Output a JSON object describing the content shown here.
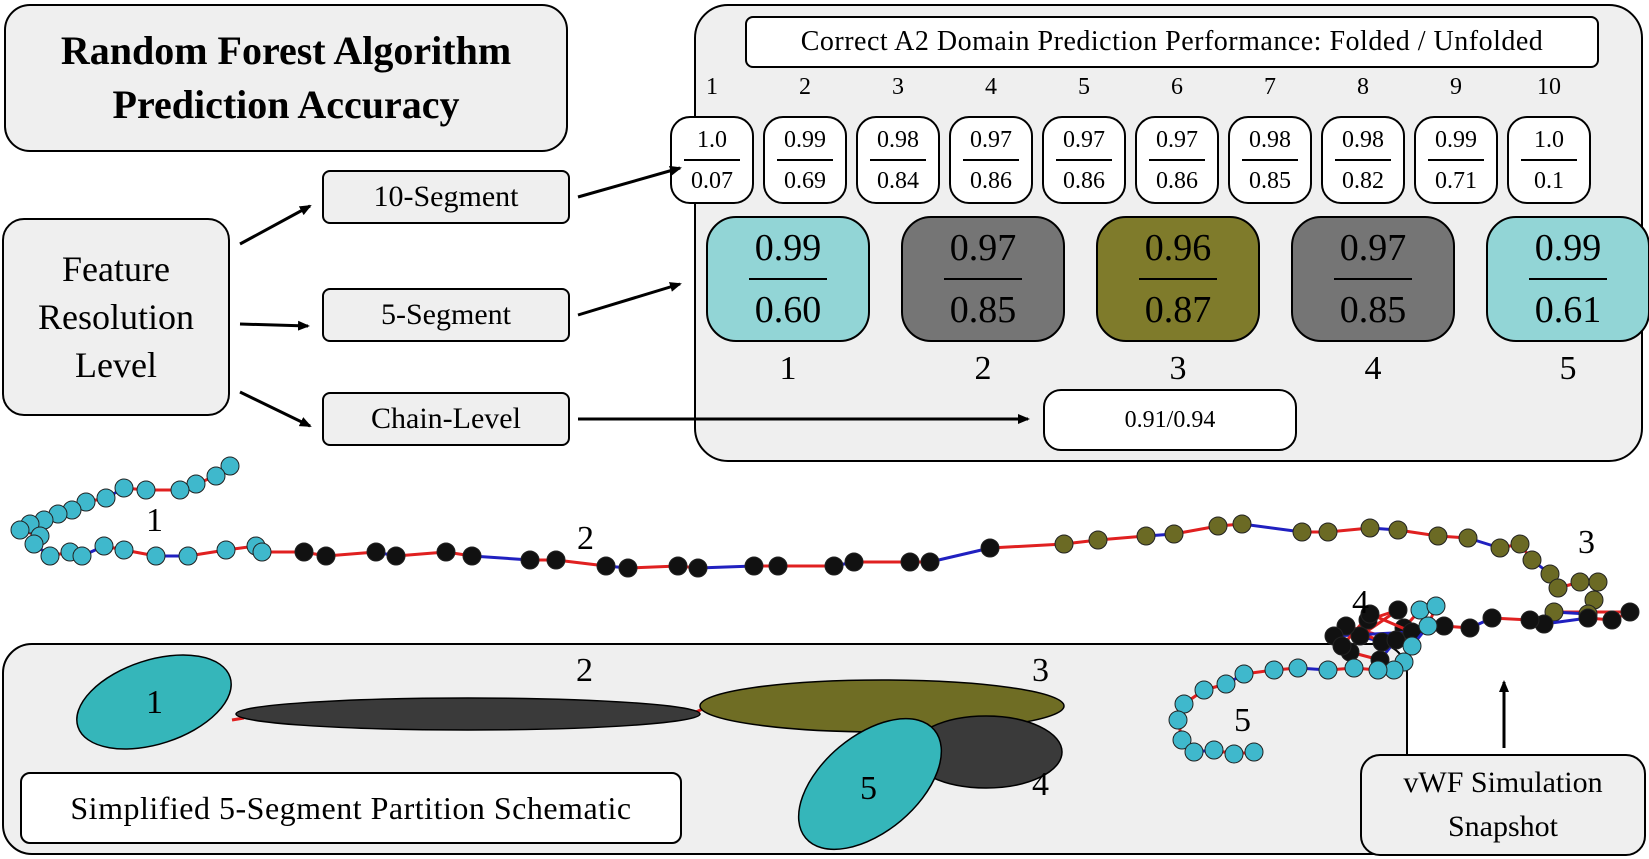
{
  "title": {
    "line1": "Random Forest Algorithm",
    "line2": "Prediction Accuracy"
  },
  "feature": {
    "line1": "Feature",
    "line2": "Resolution",
    "line3": "Level"
  },
  "levels": {
    "ten": "10-Segment",
    "five": "5-Segment",
    "chain": "Chain-Level"
  },
  "results": {
    "header": "Correct A2 Domain Prediction Performance: Folded / Unfolded",
    "ten_segment": [
      {
        "n": "1",
        "folded": "1.0",
        "unfolded": "0.07"
      },
      {
        "n": "2",
        "folded": "0.99",
        "unfolded": "0.69"
      },
      {
        "n": "3",
        "folded": "0.98",
        "unfolded": "0.84"
      },
      {
        "n": "4",
        "folded": "0.97",
        "unfolded": "0.86"
      },
      {
        "n": "5",
        "folded": "0.97",
        "unfolded": "0.86"
      },
      {
        "n": "6",
        "folded": "0.97",
        "unfolded": "0.86"
      },
      {
        "n": "7",
        "folded": "0.98",
        "unfolded": "0.85"
      },
      {
        "n": "8",
        "folded": "0.98",
        "unfolded": "0.82"
      },
      {
        "n": "9",
        "folded": "0.99",
        "unfolded": "0.71"
      },
      {
        "n": "10",
        "folded": "1.0",
        "unfolded": "0.1"
      }
    ],
    "five_segment": [
      {
        "n": "1",
        "folded": "0.99",
        "unfolded": "0.60",
        "color": "#92d5d6"
      },
      {
        "n": "2",
        "folded": "0.97",
        "unfolded": "0.85",
        "color": "#757575"
      },
      {
        "n": "3",
        "folded": "0.96",
        "unfolded": "0.87",
        "color": "#7f7b2b"
      },
      {
        "n": "4",
        "folded": "0.97",
        "unfolded": "0.85",
        "color": "#757575"
      },
      {
        "n": "5",
        "folded": "0.99",
        "unfolded": "0.61",
        "color": "#92d5d6"
      }
    ],
    "chain_level": "0.91/0.94"
  },
  "snapshot": {
    "labels": [
      "1",
      "2",
      "3",
      "4",
      "5"
    ],
    "colors": {
      "cyan": "#3fb8cc",
      "black": "#111111",
      "olive": "#6b6a24",
      "bond_red": "#e02020",
      "bond_blue": "#2020c0"
    },
    "caption_line1": "vWF Simulation",
    "caption_line2": "Snapshot"
  },
  "schematic": {
    "labels": [
      "1",
      "2",
      "3",
      "4",
      "5"
    ],
    "colors": {
      "seg1": "#35b6ba",
      "seg2": "#3a3a3a",
      "seg3": "#6f6d24",
      "seg4": "#3a3a3a",
      "seg5": "#35b6ba"
    },
    "caption": "Simplified 5-Segment Partition Schematic"
  }
}
